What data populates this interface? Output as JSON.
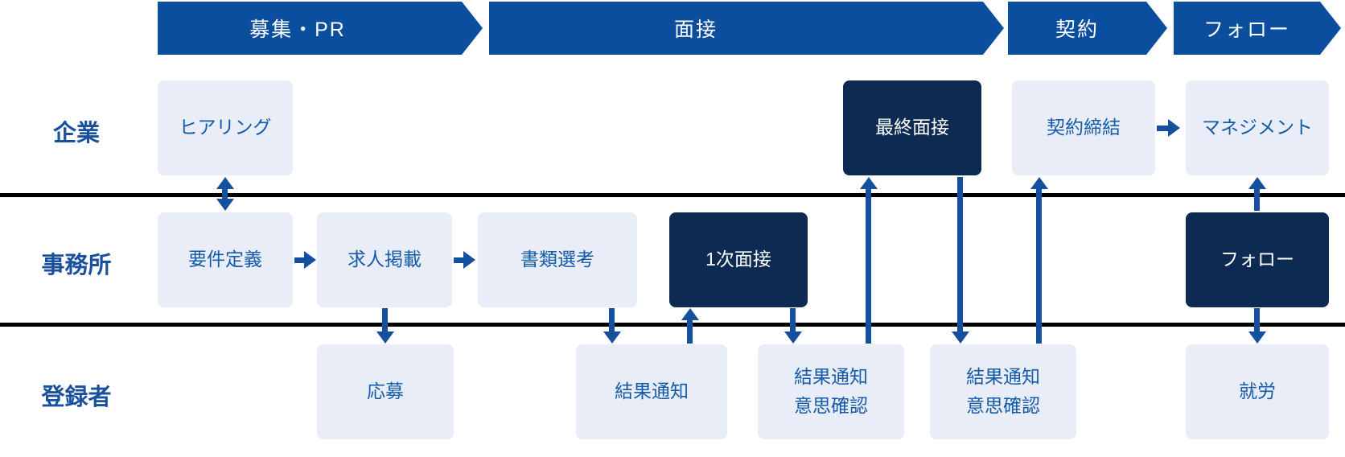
{
  "colors": {
    "banner_blue": "#0c4e9e",
    "dark_box_navy": "#0d2b52",
    "light_box_fill": "#e8edf7",
    "box_text_blue": "#155ba8",
    "lane_label_blue": "#19519f",
    "arrow_blue": "#15509f",
    "divider_black": "#000000",
    "background": "#ffffff"
  },
  "phases": {
    "items": [
      {
        "label": "募集・PR"
      },
      {
        "label": "面接"
      },
      {
        "label": "契約"
      },
      {
        "label": "フォロー"
      }
    ]
  },
  "lanes": {
    "items": [
      {
        "label": "企業"
      },
      {
        "label": "事務所"
      },
      {
        "label": "登録者"
      }
    ]
  },
  "boxes": {
    "hearing": {
      "label": "ヒアリング",
      "lane": "企業",
      "style": "light"
    },
    "final_interview": {
      "label": "最終面接",
      "lane": "企業",
      "style": "dark"
    },
    "contract_signing": {
      "label": "契約締結",
      "lane": "企業",
      "style": "light"
    },
    "management": {
      "label": "マネジメント",
      "lane": "企業",
      "style": "light"
    },
    "requirements": {
      "label": "要件定義",
      "lane": "事務所",
      "style": "light"
    },
    "job_posting": {
      "label": "求人掲載",
      "lane": "事務所",
      "style": "light"
    },
    "screening": {
      "label": "書類選考",
      "lane": "事務所",
      "style": "light"
    },
    "first_interview": {
      "label": "1次面接",
      "lane": "事務所",
      "style": "dark"
    },
    "follow": {
      "label": "フォロー",
      "lane": "事務所",
      "style": "dark"
    },
    "apply": {
      "label": "応募",
      "lane": "登録者",
      "style": "light"
    },
    "result_notice": {
      "label": "結果通知",
      "lane": "登録者",
      "style": "light"
    },
    "result_confirm_1": {
      "label": "結果通知\n意思確認",
      "lane": "登録者",
      "style": "light"
    },
    "result_confirm_2": {
      "label": "結果通知\n意思確認",
      "lane": "登録者",
      "style": "light"
    },
    "employment": {
      "label": "就労",
      "lane": "登録者",
      "style": "light"
    }
  },
  "connections": [
    {
      "from": "hearing",
      "to": "requirements",
      "type": "vertical",
      "heads": "both"
    },
    {
      "from": "requirements",
      "to": "job_posting",
      "type": "horizontal",
      "heads": "right"
    },
    {
      "from": "job_posting",
      "to": "screening",
      "type": "horizontal",
      "heads": "right"
    },
    {
      "from": "job_posting",
      "to": "apply",
      "type": "vertical",
      "heads": "down"
    },
    {
      "from": "screening",
      "to": "result_notice",
      "type": "vertical",
      "heads": "down"
    },
    {
      "from": "result_notice",
      "to": "first_interview",
      "type": "vertical",
      "heads": "up"
    },
    {
      "from": "first_interview",
      "to": "result_confirm_1",
      "type": "vertical",
      "heads": "down"
    },
    {
      "from": "result_confirm_1",
      "to": "final_interview",
      "type": "vertical",
      "heads": "up"
    },
    {
      "from": "final_interview",
      "to": "result_confirm_2",
      "type": "vertical",
      "heads": "down"
    },
    {
      "from": "result_confirm_2",
      "to": "contract_signing",
      "type": "vertical",
      "heads": "up"
    },
    {
      "from": "contract_signing",
      "to": "management",
      "type": "horizontal",
      "heads": "right"
    },
    {
      "from": "follow",
      "to": "management",
      "type": "vertical",
      "heads": "up"
    },
    {
      "from": "follow",
      "to": "employment",
      "type": "vertical",
      "heads": "down"
    }
  ]
}
